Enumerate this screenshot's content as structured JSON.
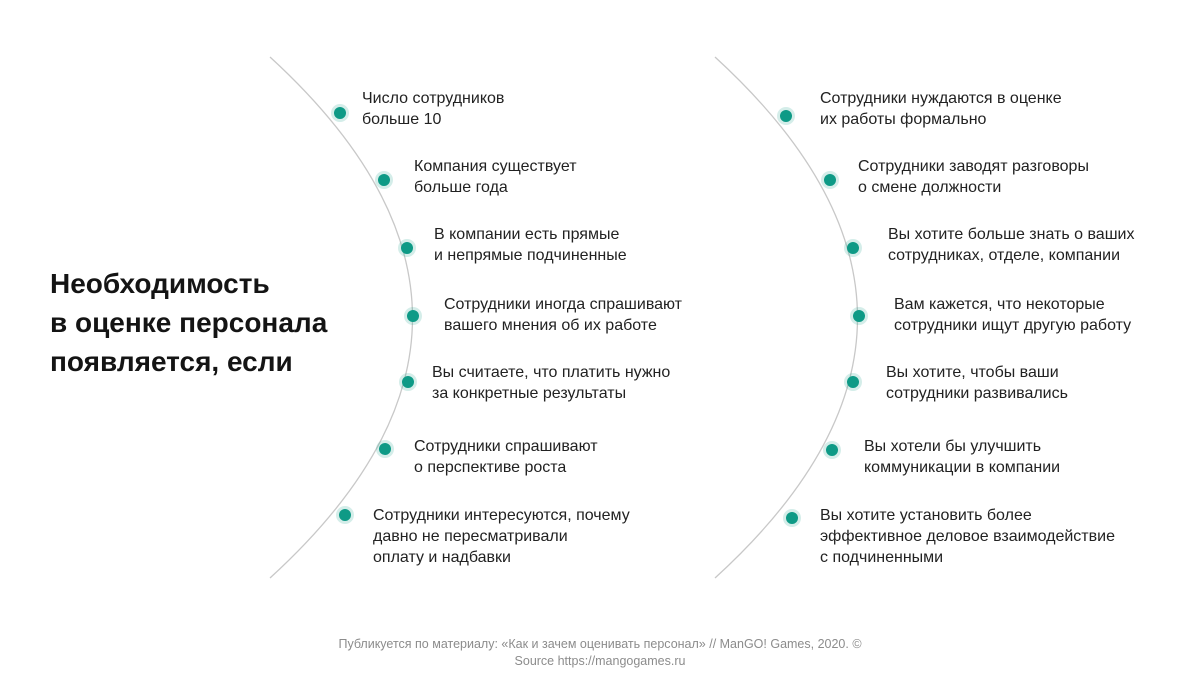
{
  "title": "Необходимость\nв оценке персонала\nпоявляется, если",
  "colors": {
    "accent": "#0e9a86",
    "arc": "#c8c8c8",
    "text": "#222222",
    "footer": "#8c8c8c"
  },
  "left_items": [
    "Число сотрудников\nбольше 10",
    "Компания существует\nбольше года",
    "В компании есть прямые\nи непрямые подчиненные",
    "Сотрудники иногда спрашивают\nвашего мнения об их работе",
    "Вы считаете, что платить нужно\nза конкретные результаты",
    "Сотрудники спрашивают\nо перспективе роста",
    "Сотрудники интересуются, почему\nдавно не пересматривали\nоплату и надбавки"
  ],
  "right_items": [
    "Сотрудники нуждаются в оценке\nих работы формально",
    "Сотрудники заводят разговоры\nо смене должности",
    "Вы хотите больше знать о ваших\nсотрудниках, отделе, компании",
    "Вам кажется, что некоторые\nсотрудники ищут другую работу",
    "Вы хотите, чтобы ваши\nсотрудники развивались",
    "Вы хотели бы улучшить\nкоммуникации в компании",
    "Вы хотите установить более\nэффективное деловое взаимодействие\nс подчиненными"
  ],
  "footer": {
    "line1": "Публикуется по материалу: «Как и зачем оценивать персонал» // ManGO! Games, 2020. ©",
    "line2": "Source https://mangogames.ru"
  }
}
